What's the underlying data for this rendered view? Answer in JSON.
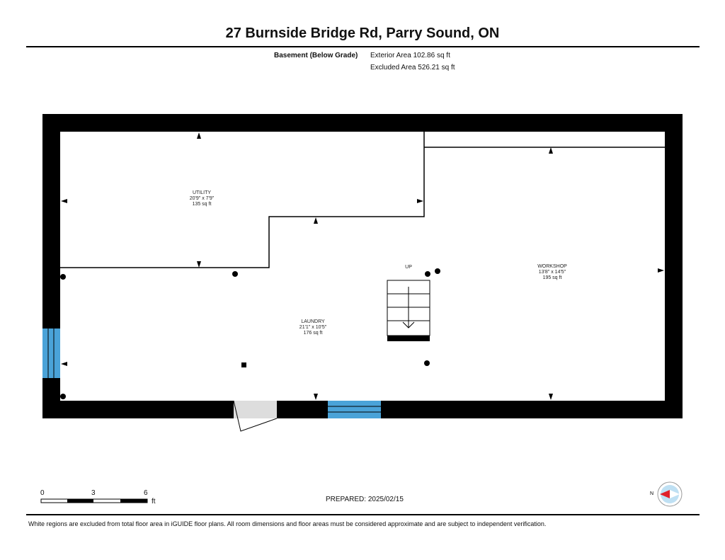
{
  "title": "27 Burnside Bridge Rd, Parry Sound, ON",
  "level": "Basement (Below Grade)",
  "exterior_area": "Exterior Area 102.86 sq ft",
  "excluded_area": "Excluded Area 526.21 sq ft",
  "rooms": [
    {
      "name": "UTILITY",
      "dims": "20'9\" x 7'9\"",
      "area": "135 sq ft"
    },
    {
      "name": "LAUNDRY",
      "dims": "21'1\" x 10'5\"",
      "area": "176 sq ft"
    },
    {
      "name": "WORKSHOP",
      "dims": "13'8\" x 14'5\"",
      "area": "195 sq ft"
    }
  ],
  "stairs_label": "UP",
  "scale": {
    "ticks": [
      "0",
      "3",
      "6"
    ],
    "unit": "ft"
  },
  "prepared": "PREPARED: 2025/02/15",
  "compass_label": "N",
  "disclaimer": "White regions are excluded from total floor area in iGUIDE floor plans. All room dimensions and floor areas must be considered approximate and are subject to independent verification.",
  "colors": {
    "window": "#4aa3d8",
    "wall": "#000000",
    "compass_needle": "#e0202a",
    "compass_fill": "#bfe0f3"
  }
}
